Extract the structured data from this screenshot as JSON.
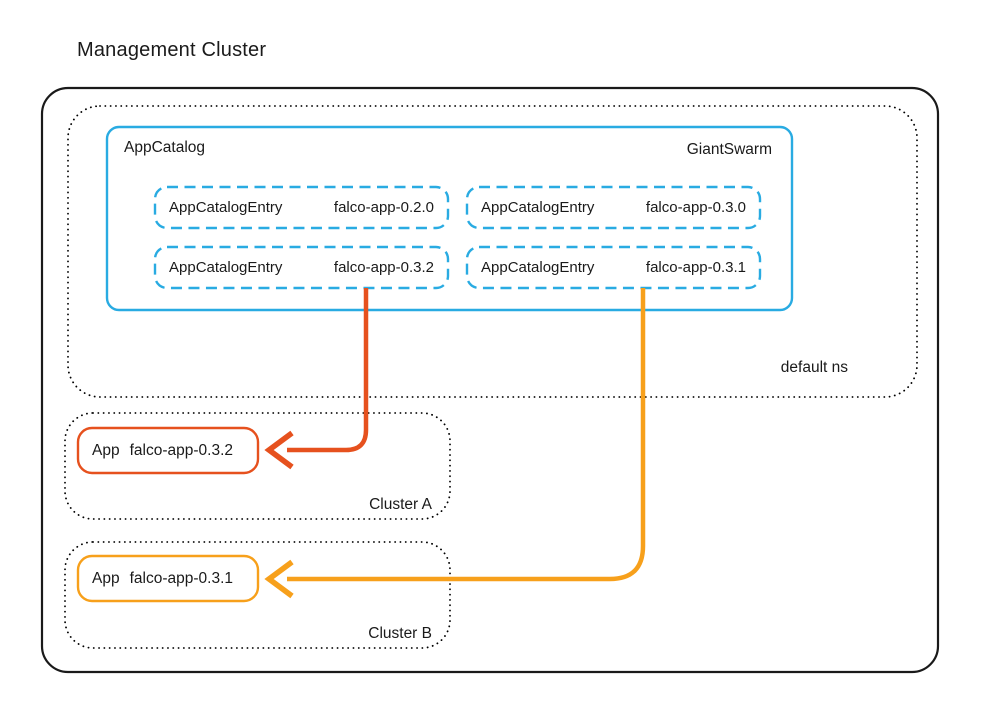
{
  "title": "Management Cluster",
  "colors": {
    "outline": "#1a1a1a",
    "dotted": "#000000",
    "blue": "#29ABE2",
    "red_orange": "#E6511E",
    "orange": "#F7A01B"
  },
  "management_cluster": {
    "default_namespace": {
      "label": "default ns",
      "app_catalog": {
        "kind_label": "AppCatalog",
        "name_label": "GiantSwarm",
        "entries": [
          {
            "kind": "AppCatalogEntry",
            "name": "falco-app-0.2.0"
          },
          {
            "kind": "AppCatalogEntry",
            "name": "falco-app-0.3.0"
          },
          {
            "kind": "AppCatalogEntry",
            "name": "falco-app-0.3.2"
          },
          {
            "kind": "AppCatalogEntry",
            "name": "falco-app-0.3.1"
          }
        ]
      }
    },
    "clusters": [
      {
        "label": "Cluster A",
        "app": {
          "kind": "App",
          "name": "falco-app-0.3.2"
        }
      },
      {
        "label": "Cluster B",
        "app": {
          "kind": "App",
          "name": "falco-app-0.3.1"
        }
      }
    ],
    "arrows": [
      {
        "from": "AppCatalogEntry falco-app-0.3.2",
        "to": "App falco-app-0.3.2 in Cluster A",
        "color": "#E6511E"
      },
      {
        "from": "AppCatalogEntry falco-app-0.3.1",
        "to": "App falco-app-0.3.1 in Cluster B",
        "color": "#F7A01B"
      }
    ]
  }
}
